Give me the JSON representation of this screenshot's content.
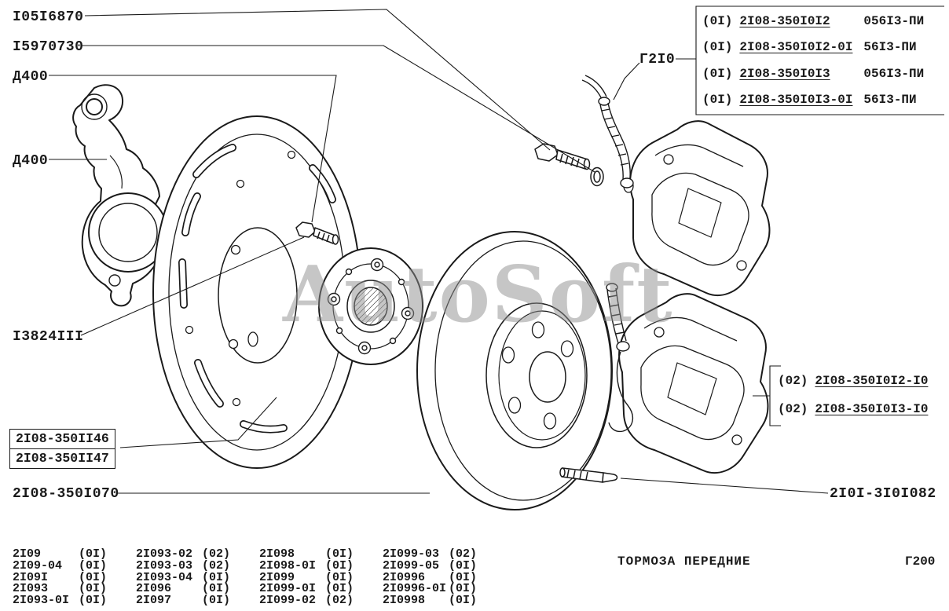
{
  "colors": {
    "ink": "#1a1a1a",
    "paper": "#ffffff",
    "watermark": "#8f8f8f"
  },
  "watermark": "AutoSoft",
  "footer": {
    "title": "ТОРМОЗА ПЕРЕДНИЕ",
    "page_code": "Г200"
  },
  "callouts": {
    "bolt_upper": "I05I6870",
    "lock_washer": "I5970730",
    "d400_top": "Д400",
    "d400_side": "Д400",
    "hub_bolt": "I3824III",
    "shield_a": "2I08-350II46",
    "shield_b": "2I08-350II47",
    "disc": "2I08-350I070",
    "hose_group": "Г2I0",
    "guide_pin": "2I0I-3I0I082"
  },
  "variant_box_top": {
    "rows": [
      {
        "qty": "(0I)",
        "part": "2I08-350I0I2",
        "code": "056I3-ПИ"
      },
      {
        "qty": "(0I)",
        "part": "2I08-350I0I2-0I",
        "code": "56I3-ПИ"
      },
      {
        "qty": "(0I)",
        "part": "2I08-350I0I3",
        "code": "056I3-ПИ"
      },
      {
        "qty": "(0I)",
        "part": "2I08-350I0I3-0I",
        "code": "56I3-ПИ"
      }
    ]
  },
  "variant_box_mid": {
    "rows": [
      {
        "qty": "(02)",
        "part": "2I08-350I0I2-I0"
      },
      {
        "qty": "(02)",
        "part": "2I08-350I0I3-I0"
      }
    ]
  },
  "applicability": {
    "columns": [
      {
        "rows": [
          {
            "part": "2I09",
            "qty": "(0I)"
          },
          {
            "part": "2I09-04",
            "qty": "(0I)"
          },
          {
            "part": "2I09I",
            "qty": "(0I)"
          },
          {
            "part": "2I093",
            "qty": "(0I)"
          },
          {
            "part": "2I093-0I",
            "qty": "(0I)"
          }
        ]
      },
      {
        "rows": [
          {
            "part": "2I093-02",
            "qty": "(02)"
          },
          {
            "part": "2I093-03",
            "qty": "(02)"
          },
          {
            "part": "2I093-04",
            "qty": "(0I)"
          },
          {
            "part": "2I096",
            "qty": "(0I)"
          },
          {
            "part": "2I097",
            "qty": "(0I)"
          }
        ]
      },
      {
        "rows": [
          {
            "part": "2I098",
            "qty": "(0I)"
          },
          {
            "part": "2I098-0I",
            "qty": "(0I)"
          },
          {
            "part": "2I099",
            "qty": "(0I)"
          },
          {
            "part": "2I099-0I",
            "qty": "(0I)"
          },
          {
            "part": "2I099-02",
            "qty": "(02)"
          }
        ]
      },
      {
        "rows": [
          {
            "part": "2I099-03",
            "qty": "(02)"
          },
          {
            "part": "2I099-05",
            "qty": "(0I)"
          },
          {
            "part": "2I0996",
            "qty": "(0I)"
          },
          {
            "part": "2I0996-0I",
            "qty": "(0I)"
          },
          {
            "part": "2I0998",
            "qty": "(0I)"
          }
        ]
      }
    ]
  }
}
